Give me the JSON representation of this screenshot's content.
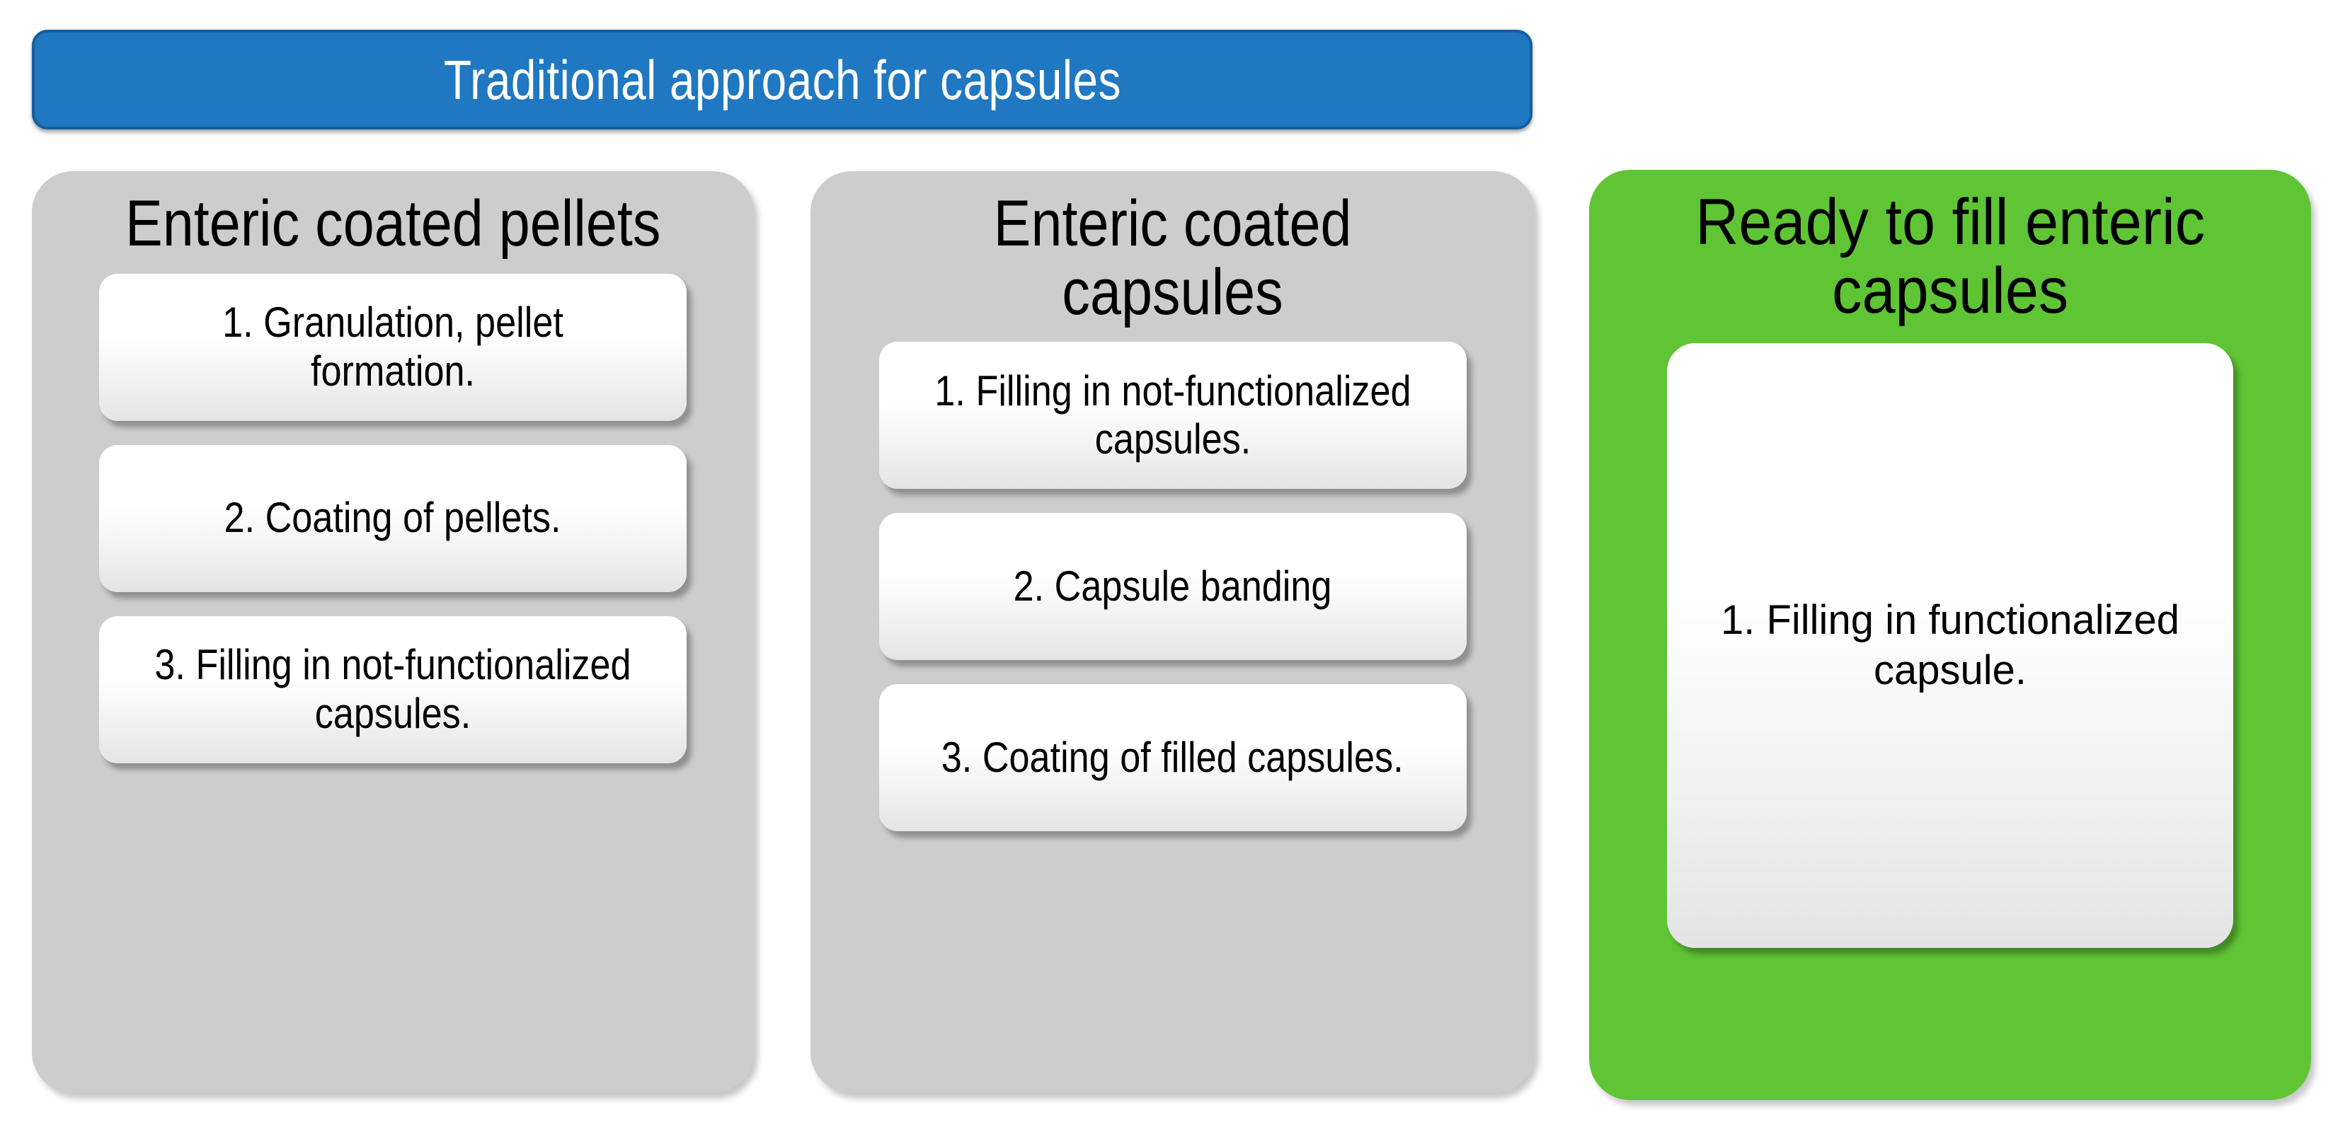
{
  "title_banner": {
    "label": "Traditional approach for capsules",
    "background_color": "#1F78C1",
    "border_color": "#155E9B",
    "text_color": "#FFFFFF"
  },
  "columns": [
    {
      "id": "enteric-coated-pellets",
      "title": "Enteric coated pellets",
      "background_color": "#CDCDCD",
      "steps": [
        "1. Granulation, pellet formation.",
        "2. Coating of pellets.",
        "3. Filling in not-functionalized capsules."
      ]
    },
    {
      "id": "enteric-coated-capsules",
      "title": "Enteric coated capsules",
      "background_color": "#CDCDCD",
      "steps": [
        "1. Filling in not-functionalized capsules.",
        "2. Capsule banding",
        "3. Coating of filled capsules."
      ]
    },
    {
      "id": "ready-to-fill-enteric-capsules",
      "title": "Ready to fill enteric capsules",
      "background_color": "#5FC535",
      "steps": [
        "1. Filling in functionalized capsule."
      ]
    }
  ]
}
